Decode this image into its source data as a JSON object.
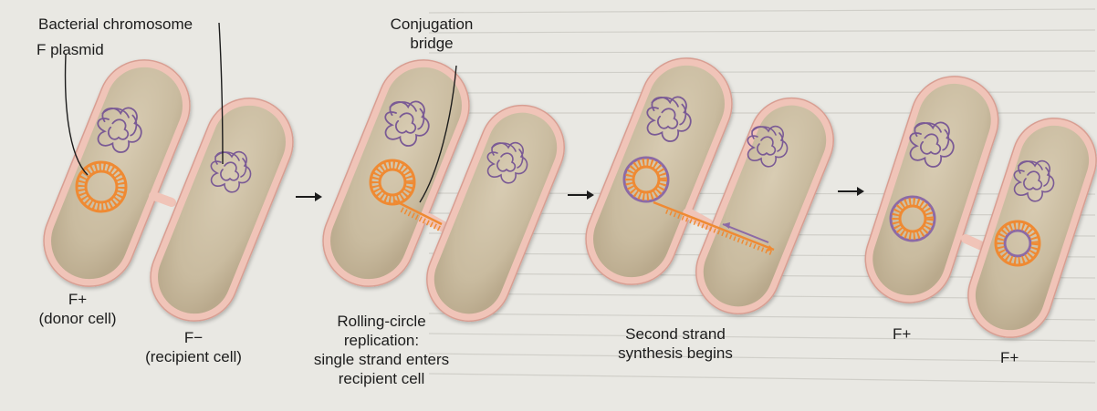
{
  "labels": {
    "bacterial_chromosome": "Bacterial chromosome",
    "f_plasmid": "F plasmid",
    "conjugation_bridge": [
      "Conjugation",
      "bridge"
    ],
    "donor": [
      "F+",
      "(donor cell)"
    ],
    "recipient": [
      "F−",
      "(recipient cell)"
    ],
    "step2_caption": [
      "Rolling-circle",
      "replication:",
      "single strand enters",
      "recipient cell"
    ],
    "step3_caption": [
      "Second strand",
      "synthesis begins"
    ],
    "result_left": "F+",
    "result_right": "F+"
  },
  "colors": {
    "page_background": "#e9e8e3",
    "cell_membrane": "#f0c4b8",
    "cell_interior": "#cdbfa6",
    "plasmid_orange": "#ef8a33",
    "new_strand_purple": "#8c6aa6",
    "chromosome_purple": "#7a5a95"
  },
  "icons": {
    "step_arrow": "right-arrow-icon"
  }
}
